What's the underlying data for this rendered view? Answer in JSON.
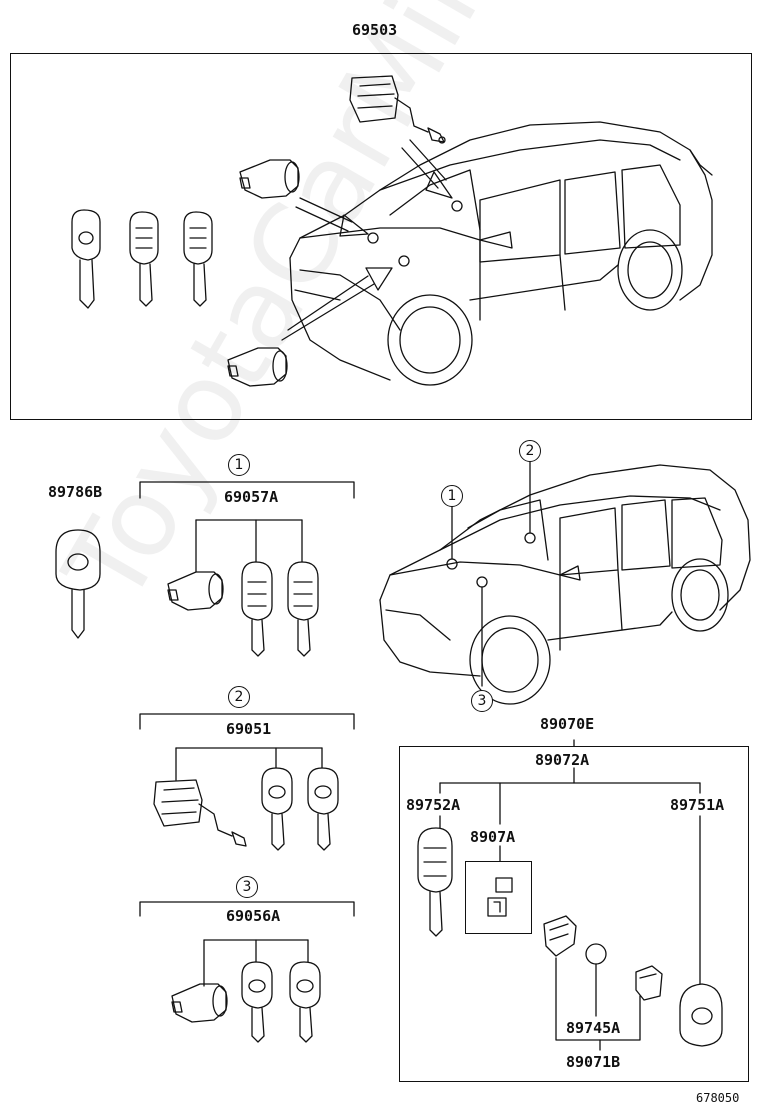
{
  "watermark": "ToyotaCarMine.ru",
  "footer_code": "678050",
  "top_section": {
    "part_number": "69503"
  },
  "group_1": {
    "callout": "1",
    "part_number": "69057A"
  },
  "group_2": {
    "callout": "2",
    "part_number": "69051"
  },
  "group_3": {
    "callout": "3",
    "part_number": "69056A"
  },
  "standalone_key": {
    "part_number": "89786B"
  },
  "car_callouts": [
    "1",
    "2",
    "3"
  ],
  "transmitter_box": {
    "part_number": "89070E",
    "sub_assembly": "89072A",
    "key_left": "89752A",
    "key_right": "89751A",
    "cover": "8907A",
    "battery": "89745A",
    "case": "89071B"
  }
}
